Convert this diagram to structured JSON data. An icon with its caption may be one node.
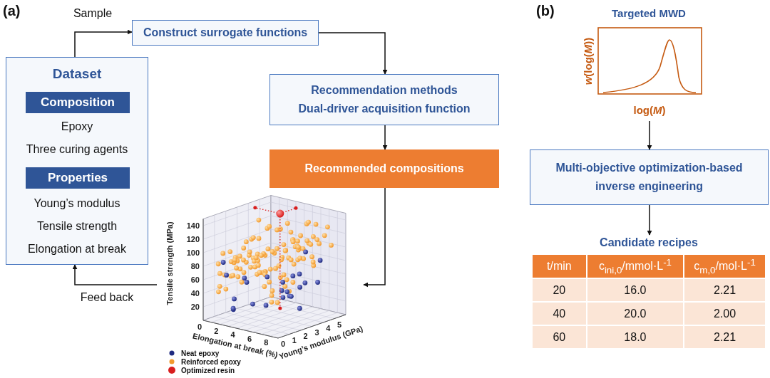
{
  "diagram": {
    "nodes": [
      {
        "text": [
          "Dataset",
          "Epoxy",
          "Three curing agents",
          "Young’s modulus",
          "Tensile strength",
          "Elongation at break"
        ]
      },
      {
        "text": [
          "Composition"
        ],
        "in": 0
      },
      {
        "text": [
          "Properties"
        ],
        "in": 0
      },
      {
        "text": [
          "Construct surrogate functions"
        ]
      },
      {
        "text": [
          "Recommendation methods",
          "Dual-driver acquisition function"
        ]
      },
      {
        "text": [
          "Recommended compositions"
        ]
      },
      {
        "text": [
          "Tensile strength (MPa)",
          "140",
          "120",
          "100",
          "80",
          "60",
          "40",
          "20",
          "0",
          "2",
          "4",
          "6",
          "8",
          "Elongation at break (%)",
          "0",
          "1",
          "2",
          "3",
          "4",
          "5",
          "Young’s modulus (GPa)"
        ]
      },
      {
        "text": [
          "Targeted MWD"
        ],
        "beside": [
          "*w*(log(*M*))",
          "log(*M*)"
        ]
      },
      {
        "text": [
          "Multi-objective optimization-based inverse engineering"
        ]
      },
      {
        "text": [
          "Candidate recipes"
        ]
      }
    ],
    "edges": [
      {
        "from": 0,
        "to": 3,
        "arrow": "to",
        "label": "Sample"
      },
      {
        "from": 3,
        "to": 4,
        "arrow": "to"
      },
      {
        "from": 4,
        "to": 5,
        "arrow": "to"
      },
      {
        "from": 5,
        "to": 6,
        "arrow": "to"
      },
      {
        "from": 6,
        "to": 0,
        "arrow": "to",
        "label": "Feed back"
      },
      {
        "from": 7,
        "to": 8,
        "arrow": "to"
      },
      {
        "from": 8,
        "to": 9,
        "arrow": "to"
      }
    ],
    "labels": [
      "(a)",
      "(b)",
      "t/min",
      "c$_{ini,0}$/mmol·L$^{-1}$",
      "c$_{m,0}$/mol·L$^{-1}$",
      "20",
      "16.0",
      "2.21",
      "40",
      "20.0",
      "2.00",
      "60",
      "18.0",
      "2.21"
    ],
    "legend": [
      {
        "text": "Neat epoxy",
        "color": "#1f2a80"
      },
      {
        "text": "Reinforced epoxy",
        "color": "#f29a2e"
      },
      {
        "text": "Optimized resin",
        "color": "#d81e1e"
      }
    ]
  }
}
